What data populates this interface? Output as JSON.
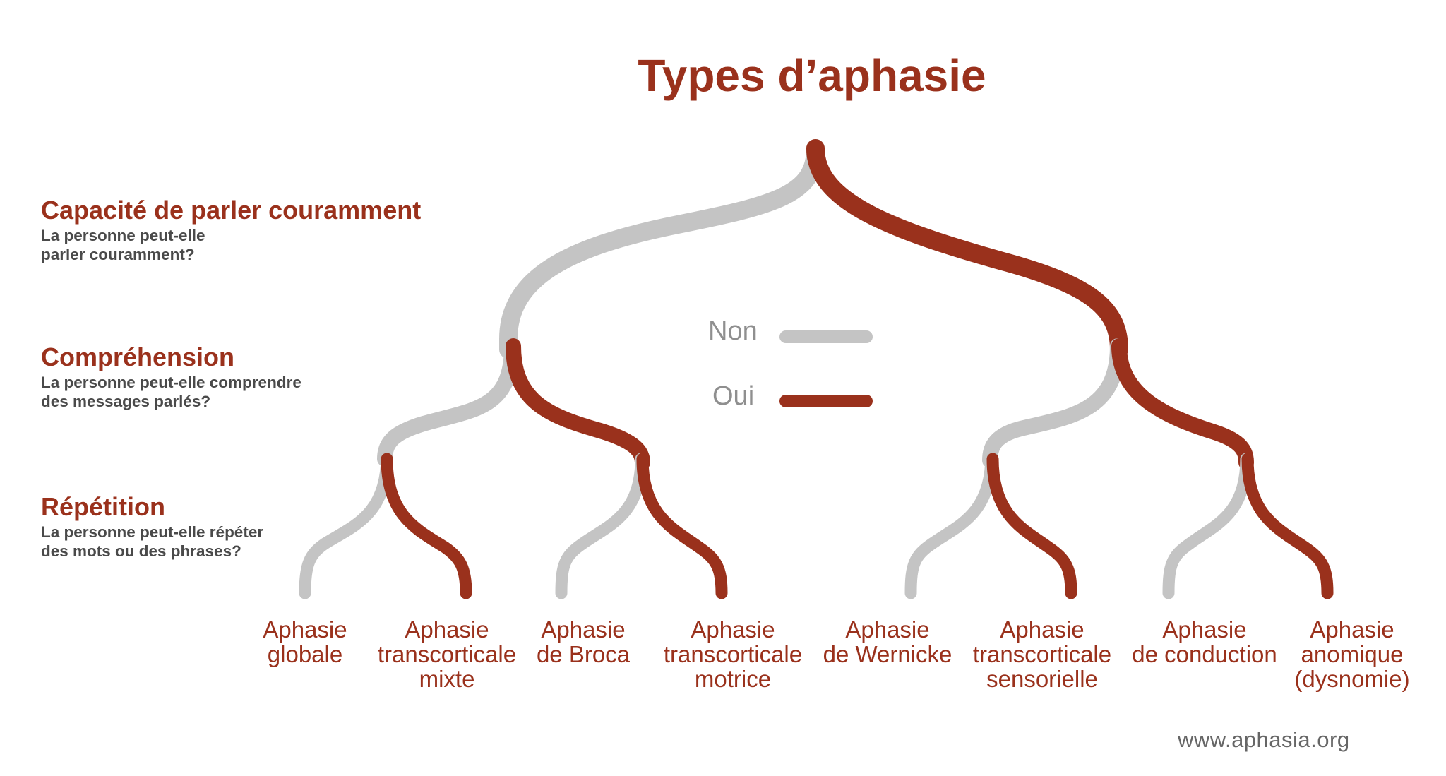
{
  "title": "Types d’aphasie",
  "questions": [
    {
      "title": "Capacité de parler couramment",
      "line1": "La personne peut-elle",
      "line2": "parler couramment?"
    },
    {
      "title": "Compréhension",
      "line1": "La personne peut-elle comprendre",
      "line2": "des messages parlés?"
    },
    {
      "title": "Répétition",
      "line1": "La personne peut-elle répéter",
      "line2": "des mots ou des phrases?"
    }
  ],
  "legend": {
    "no": "Non",
    "yes": "Oui"
  },
  "colors": {
    "no": "#c4c4c4",
    "yes": "#9a311c",
    "title": "#9a311c"
  },
  "leaves": [
    {
      "lines": [
        "Aphasie",
        "globale"
      ]
    },
    {
      "lines": [
        "Aphasie",
        "transcorticale",
        "mixte"
      ]
    },
    {
      "lines": [
        "Aphasie",
        "de Broca"
      ]
    },
    {
      "lines": [
        "Aphasie",
        "transcorticale",
        "motrice"
      ]
    },
    {
      "lines": [
        "Aphasie",
        "de Wernicke"
      ]
    },
    {
      "lines": [
        "Aphasie",
        "transcorticale",
        "sensorielle"
      ]
    },
    {
      "lines": [
        "Aphasie",
        "de conduction"
      ]
    },
    {
      "lines": [
        "Aphasie",
        "anomique",
        "(dysnomie)"
      ]
    }
  ],
  "source": "www.aphasia.org"
}
